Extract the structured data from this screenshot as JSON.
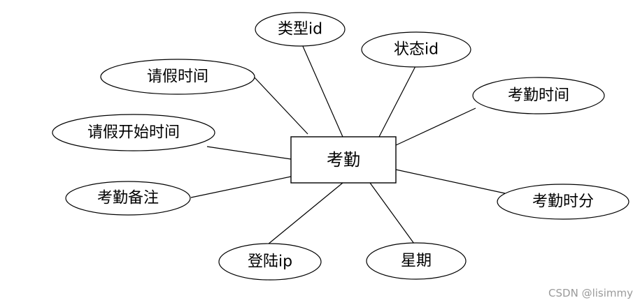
{
  "entity": {
    "label": "考勤"
  },
  "attributes": [
    {
      "key": "type_id",
      "label": "类型id"
    },
    {
      "key": "status_id",
      "label": "状态id"
    },
    {
      "key": "leave_time",
      "label": "请假时间"
    },
    {
      "key": "attendance_time",
      "label": "考勤时间"
    },
    {
      "key": "leave_start_time",
      "label": "请假开始时间"
    },
    {
      "key": "remark",
      "label": "考勤备注"
    },
    {
      "key": "attendance_minutes",
      "label": "考勤时分"
    },
    {
      "key": "login_ip",
      "label": "登陆ip"
    },
    {
      "key": "weekday",
      "label": "星期"
    }
  ],
  "watermark": "CSDN @lisimmy"
}
